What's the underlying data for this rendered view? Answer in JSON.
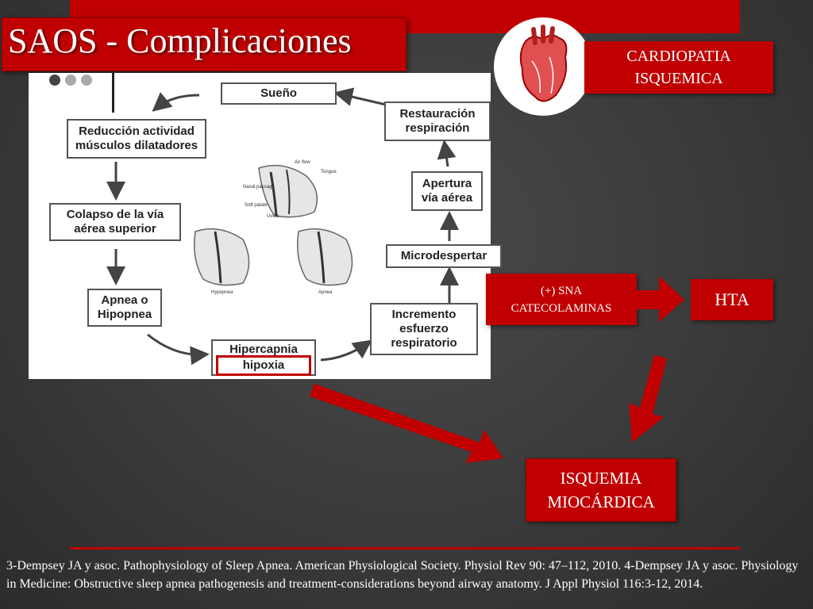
{
  "slide": {
    "title": "SAOS - Complicaciones"
  },
  "figure": {
    "boxes": {
      "sueno": "Sueño",
      "reduccion": "Reducción  actividad\nmúsculos dilatadores",
      "colapso": "Colapso de la vía\naérea superior",
      "apnea": "Apnea o\nHipopnea",
      "hipercapnia": "Hipercapnia",
      "hipoxia": "hipoxia",
      "incremento": "Incremento\nesfuerzo\nrespiratorio",
      "microdespertar": "Microdespertar",
      "apertura": "Apertura\nvía aérea",
      "restauracion": "Restauración\nrespiración"
    },
    "illustration_labels": {
      "air_flow": "Air flow",
      "tongue": "Tongue",
      "nasal_passage": "Nasal\npassage",
      "soft_palate": "Soft palate",
      "uvula": "Uvula",
      "hypopnea": "Hypopnea",
      "apnea": "Apnea"
    }
  },
  "complications": {
    "cardiopatia": "CARDIOPATIA\nISQUEMICA",
    "sna": "(+) SNA\nCATECOLAMINAS",
    "hta": "HTA",
    "isquemia": "ISQUEMIA\nMIOCÁRDICA"
  },
  "references": "3-Dempsey JA y asoc. Pathophysiology of Sleep Apnea. American Physiological Society. Physiol Rev 90: 47–112, 2010. 4-Dempsey JA y asoc. Physiology in Medicine: Obstructive sleep apnea pathogenesis and treatment-considerations beyond airway anatomy. J Appl Physiol 116:3-12, 2014.",
  "colors": {
    "accent_red": "#c00000",
    "background": "#3a3a3a"
  },
  "icons": [
    "heart-illustration",
    "airway-illustration"
  ]
}
